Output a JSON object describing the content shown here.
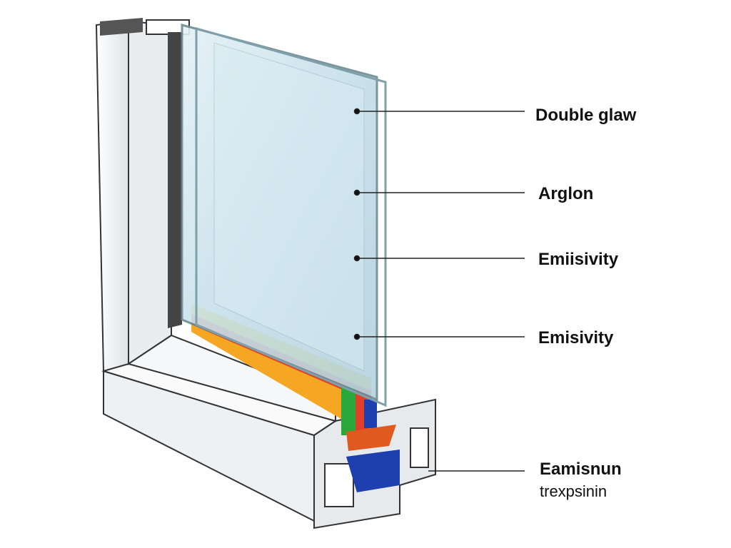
{
  "labels": [
    {
      "text": "Double glaw"
    },
    {
      "text": "Arglon"
    },
    {
      "text": "Emiisivity"
    },
    {
      "text": "Emisivity"
    },
    {
      "text": "Eamisnun",
      "sub": "trexpsinin"
    }
  ],
  "colors": {
    "glass": "#cfe6f0",
    "frame": "#f2f4f6",
    "edge": "#6d8a93",
    "red": "#e0402a",
    "yellow": "#f2d21a",
    "green": "#2aa83a",
    "blue": "#1d3fb0"
  }
}
